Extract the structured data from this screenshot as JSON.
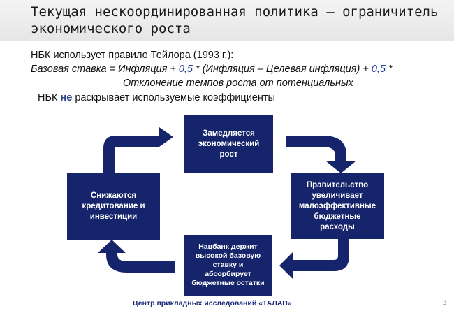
{
  "title": "Текущая нескоординированная политика – ограничитель экономического роста",
  "rule_intro": "НБК использует правило Тейлора (1993 г.):",
  "formula": {
    "part1": "Базовая ставка = Инфляция + ",
    "coef1": "0,5",
    "part2": " * (Инфляция – Целевая инфляция) + ",
    "coef2": "0,5",
    "part3": " *",
    "line2": "Отклонение темпов роста от потенциальных"
  },
  "disclosure": {
    "prefix": "НБК ",
    "emphasis": "не",
    "suffix": " раскрывает используемые коэффициенты"
  },
  "cycle": {
    "top": "Замедляется\nэкономический\nрост",
    "right": "Правительство\nувеличивает\nмалоэффективные\nбюджетные\nрасходы",
    "bottom": "Нацбанк держит\nвысокой базовую\nставку и\nабсорбирует\nбюджетные остатки",
    "left": "Снижаются\nкредитование и\nинвестиции"
  },
  "colors": {
    "box": "#15246b",
    "accent": "#2b3f87"
  },
  "footer": "Центр прикладных исследований «ТАЛАП»",
  "page_number": "2"
}
